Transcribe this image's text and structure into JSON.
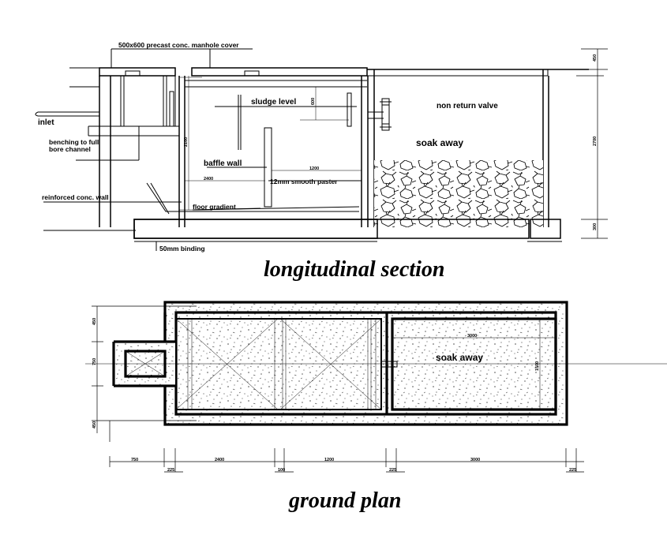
{
  "drawing": {
    "kind": "septic-tank-and-soakaway-cad-drawing",
    "background_color": "#ffffff",
    "line_color": "#000000"
  },
  "titles": {
    "section_title": "longitudinal section",
    "plan_title": "ground plan"
  },
  "section_labels": {
    "manhole_cover": "500x600 precast conc. manhole cover",
    "sludge_level": "sludge level",
    "non_return_valve": "non return valve",
    "soak_away": "soak away",
    "inlet": "inlet",
    "benching_line1": "benching to full",
    "benching_line2": "bore channel",
    "baffle_wall": "baffle wall",
    "smooth_paster": "12mm smooth paster",
    "reinforced_wall": "reinforced conc. wall",
    "floor_gradient": "floor gradient",
    "binding": "50mm binding"
  },
  "section_dims": {
    "depth_2100": "2100",
    "width_2400": "2400",
    "width_1200": "1200",
    "height_600": "600",
    "right_top_450": "450",
    "right_mid_2700": "2700",
    "right_bot_300": "300"
  },
  "plan_labels": {
    "soak_away": "soak away"
  },
  "plan_dims": {
    "left_450": "450",
    "left_750": "750",
    "left_450b": "450",
    "inner_3000": "3000",
    "inner_1500": "1500",
    "h_750": "750",
    "h_225a": "225",
    "h_2400": "2400",
    "h_100": "100",
    "h_1200": "1200",
    "h_225b": "225",
    "h_3000": "3000",
    "h_225c": "225"
  }
}
